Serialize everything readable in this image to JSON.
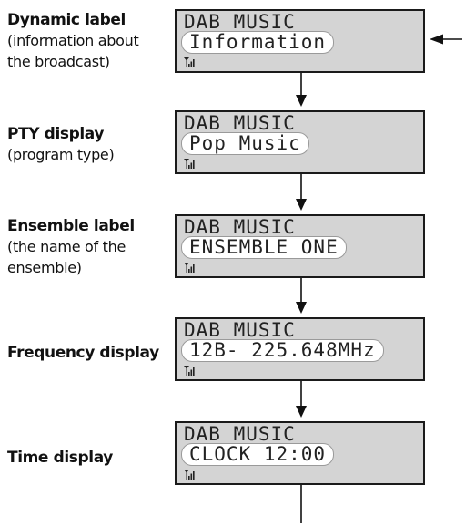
{
  "steps": [
    {
      "title": "Dynamic label",
      "description": "(information about\n the broadcast)",
      "lcd_line1": "DAB MUSIC",
      "lcd_line2": "Information"
    },
    {
      "title": "PTY display",
      "description": "(program type)",
      "lcd_line1": "DAB MUSIC",
      "lcd_line2": "Pop Music"
    },
    {
      "title": "Ensemble label",
      "description": "(the name of the\nensemble)",
      "lcd_line1": "DAB MUSIC",
      "lcd_line2": "ENSEMBLE ONE"
    },
    {
      "title": "Frequency display",
      "description": "",
      "lcd_line1": "DAB MUSIC",
      "lcd_line2": "12B- 225.648MHz"
    },
    {
      "title": "Time display",
      "description": "",
      "lcd_line1": "DAB MUSIC",
      "lcd_line2": "CLOCK 12:00"
    }
  ],
  "icons": {
    "signal": "signal-strength-icon",
    "arrow": "arrow-down-icon",
    "return_arrow": "arrow-left-icon"
  },
  "colors": {
    "lcd_background": "#d4d4d4",
    "lcd_border": "#1a1a1a",
    "highlight": "#ffffff"
  }
}
